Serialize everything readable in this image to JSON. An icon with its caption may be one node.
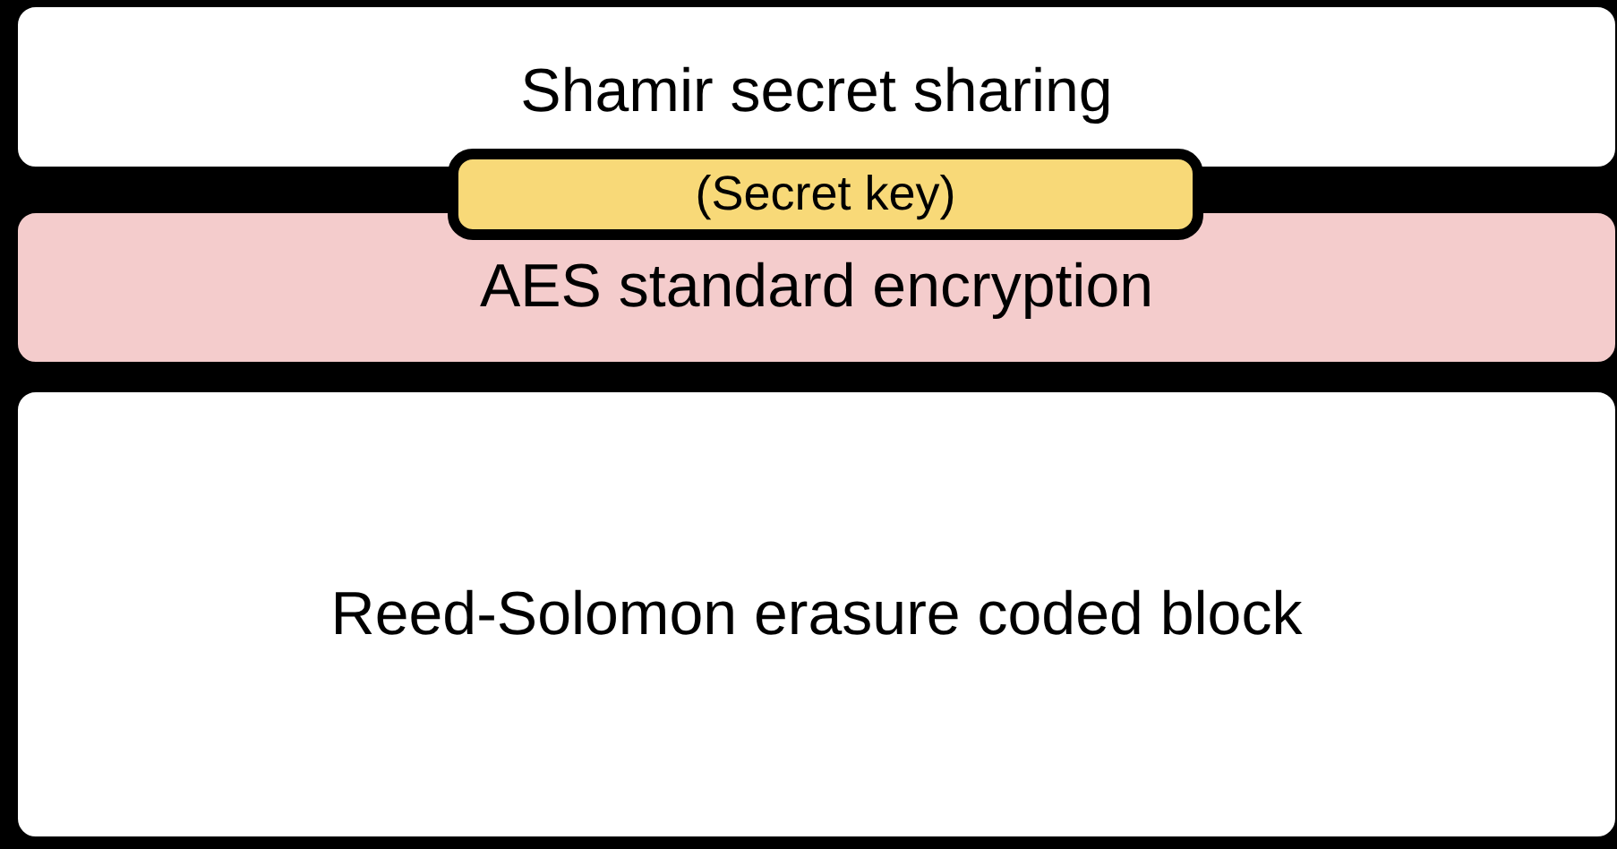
{
  "diagram": {
    "nodes": [
      {
        "text": [
          "Shamir secret sharing"
        ]
      },
      {
        "text": [
          "(Secret key)"
        ]
      },
      {
        "text": [
          "AES standard encryption"
        ]
      },
      {
        "text": [
          "Reed-Solomon erasure coded block"
        ]
      }
    ]
  }
}
